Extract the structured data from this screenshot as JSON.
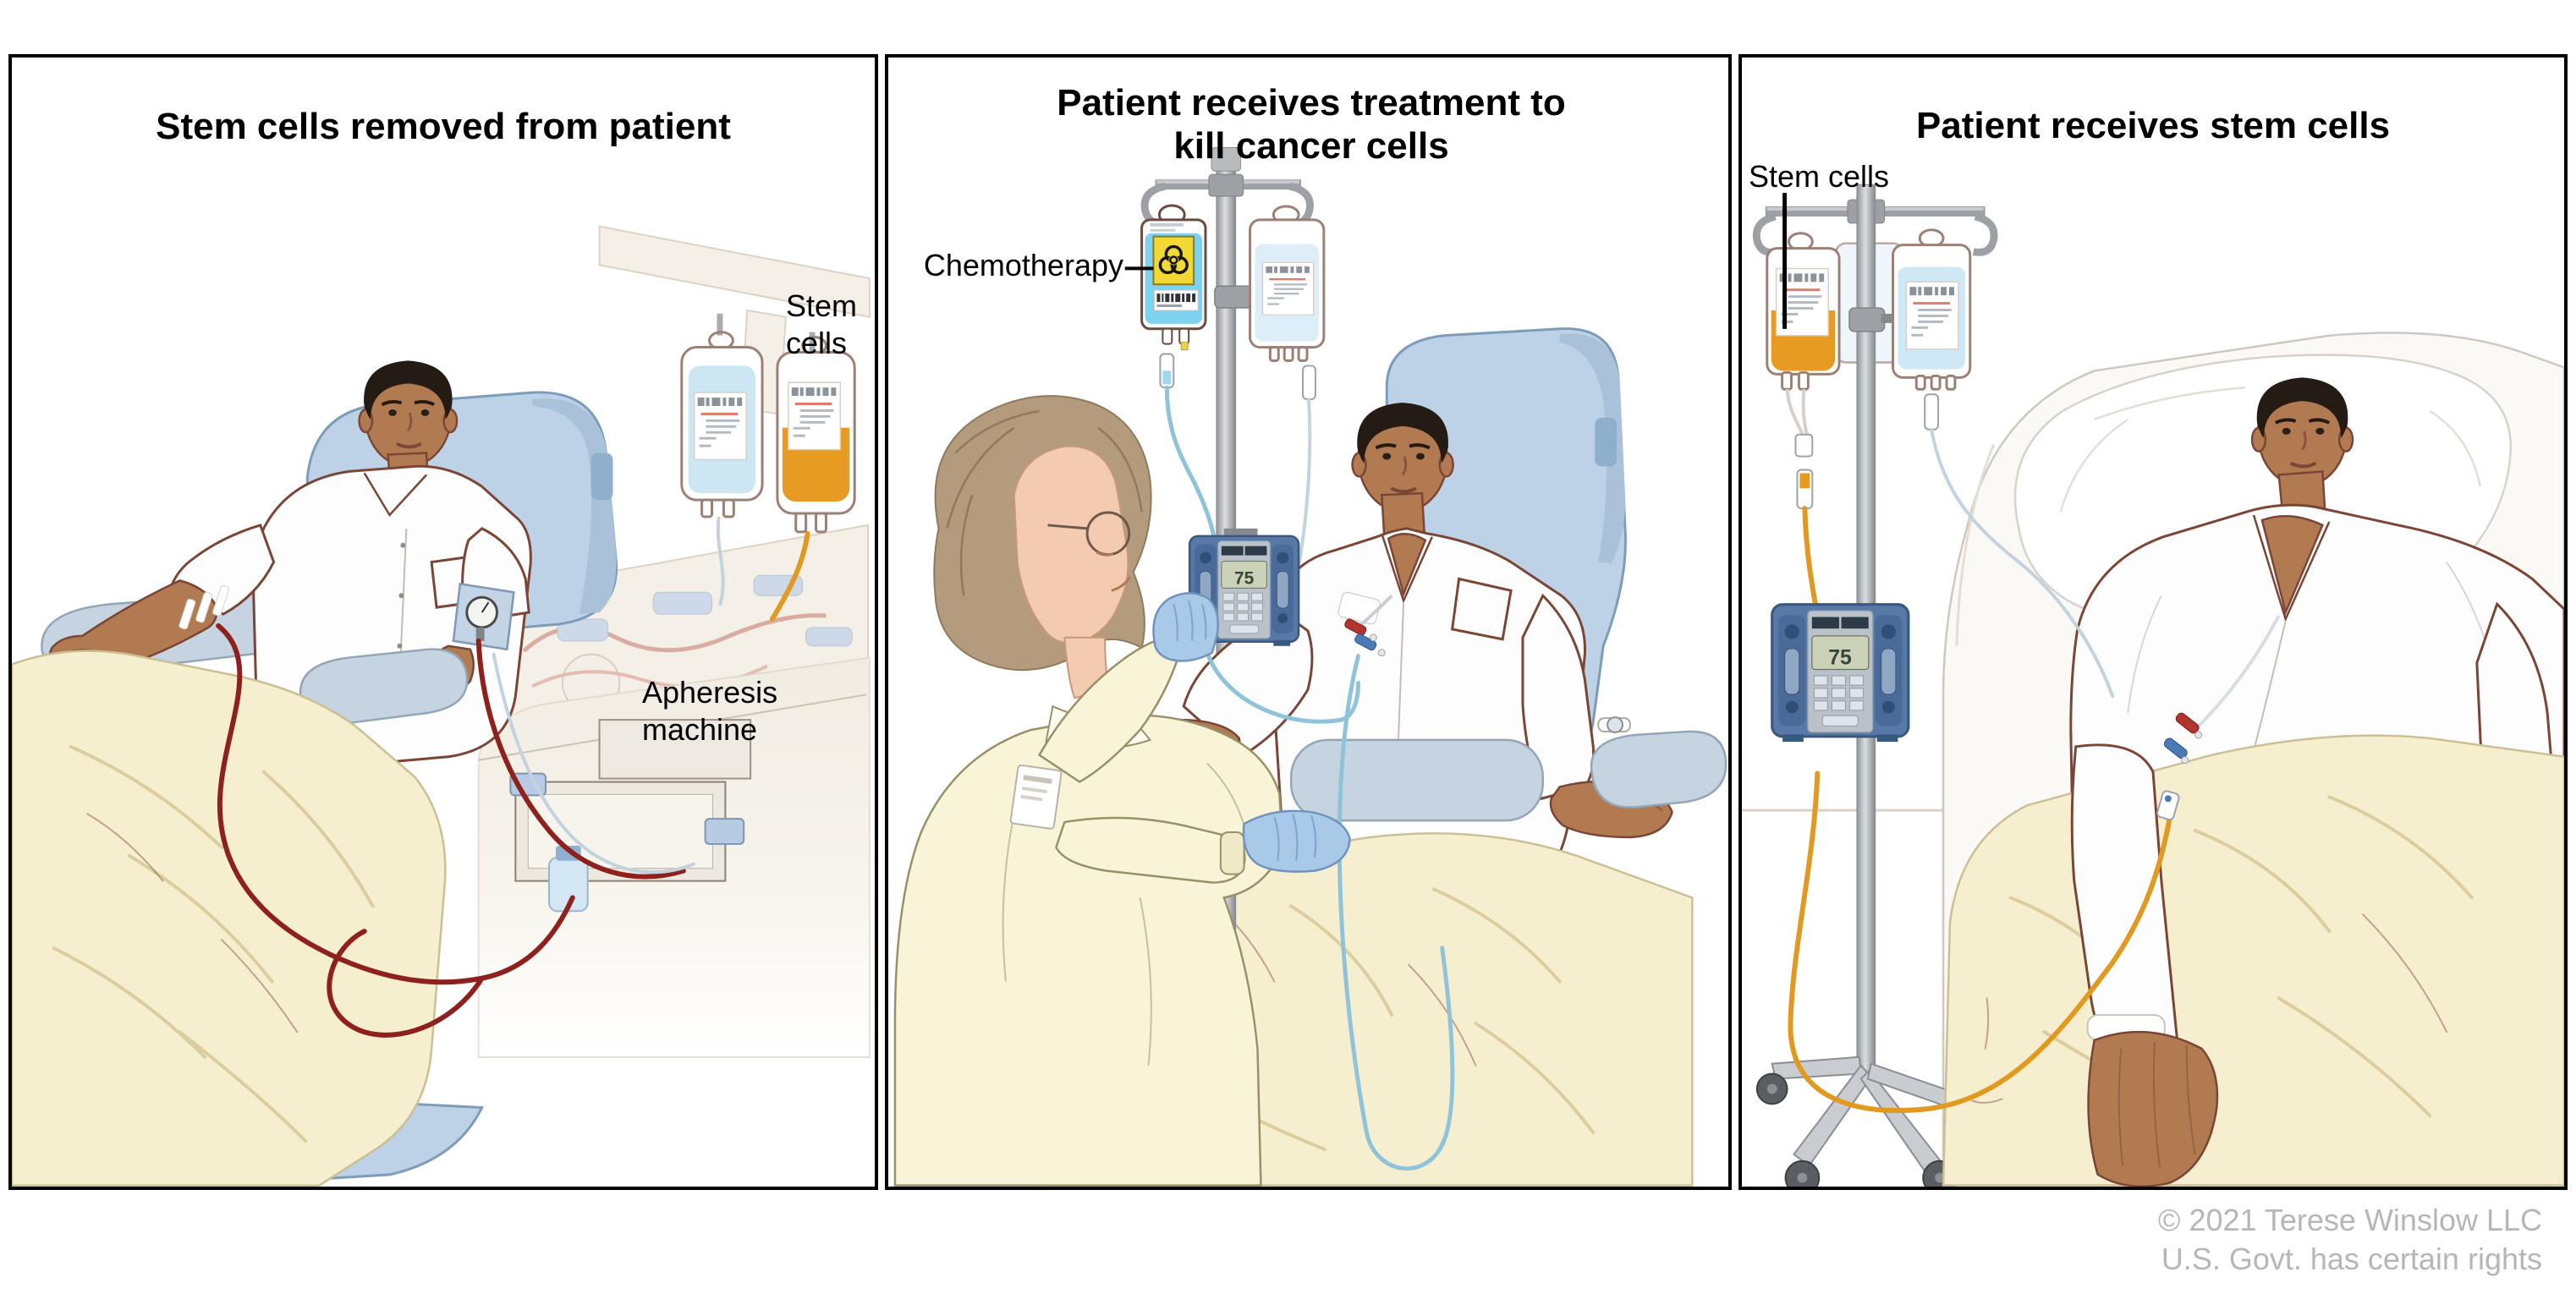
{
  "figure": {
    "copyright_line1": "© 2021 Terese Winslow LLC",
    "copyright_line2": "U.S. Govt. has certain rights"
  },
  "panels": [
    {
      "title": "Stem cells removed from patient",
      "labels": {
        "stem_cells": "Stem cells",
        "apheresis_machine": "Apheresis machine"
      }
    },
    {
      "title": "Patient receives treatment to kill cancer cells",
      "labels": {
        "chemotherapy": "Chemotherapy"
      },
      "pump_display": "75"
    },
    {
      "title": "Patient receives stem cells",
      "labels": {
        "stem_cells": "Stem cells"
      },
      "pump_display": "75"
    }
  ],
  "colors": {
    "panel_border": "#000000",
    "stem_cell_orange": "#e79b22",
    "chemo_blue": "#7fd2ef",
    "biohazard_yellow": "#f2d832",
    "blanket_cream": "#f6efcf",
    "chair_blue": "#bdd2e6",
    "blood_red": "#8e211d",
    "copyright_gray": "#b6b6b6"
  }
}
